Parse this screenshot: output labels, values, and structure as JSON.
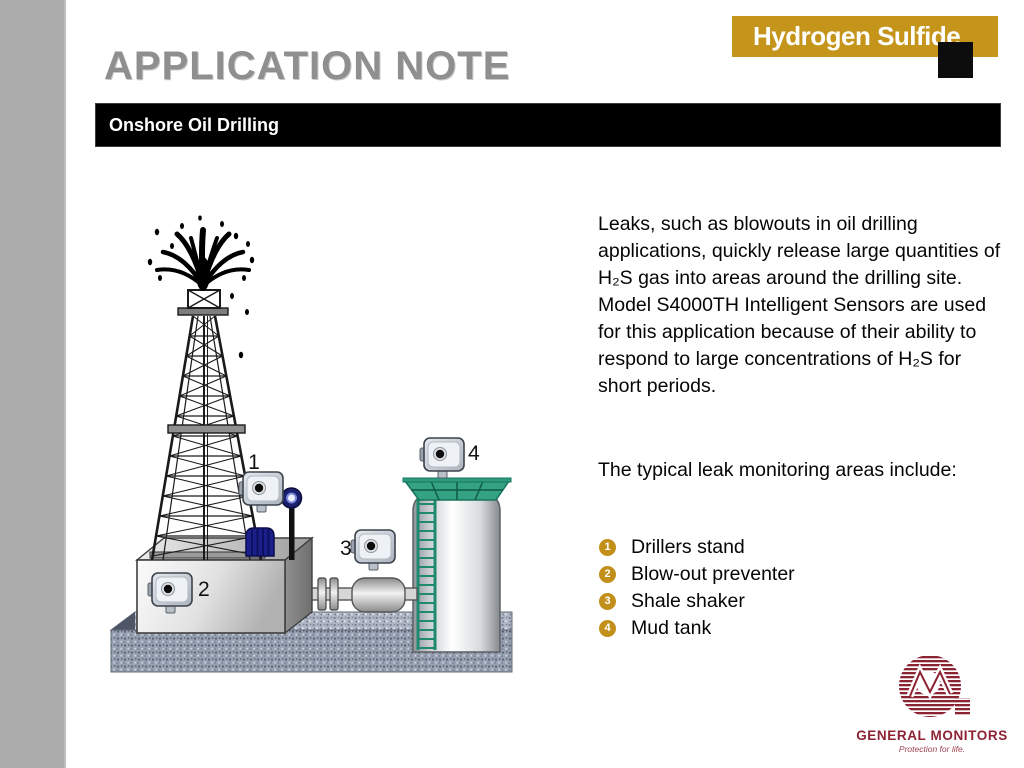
{
  "page": {
    "title": "APPLICATION NOTE",
    "section": "Onshore Oil Drilling",
    "banner_label": "Hydrogen Sulfide"
  },
  "content": {
    "paragraph": "Leaks, such as blowouts in oil drilling applications, quickly release large quantities of H₂S gas into areas around the drilling site.  Model S4000TH Intelligent Sensors are used for this application because of their ability to respond to large concentrations of H₂S for short periods.",
    "list_intro": "The typical leak monitoring areas include:",
    "monitoring_areas": [
      {
        "num": "1",
        "label": "Drillers stand"
      },
      {
        "num": "2",
        "label": "Blow-out preventer"
      },
      {
        "num": "3",
        "label": "Shale shaker"
      },
      {
        "num": "4",
        "label": "Mud tank"
      }
    ]
  },
  "diagram": {
    "sensor_labels": [
      "1",
      "2",
      "3",
      "4"
    ]
  },
  "logo": {
    "name": "GENERAL MONITORS",
    "tagline": "Protection for life."
  },
  "colors": {
    "accent_gold": "#c5951b",
    "bar_black": "#000000",
    "title_gray": "#8f8f8f",
    "sidebar_gray": "#acacac",
    "logo_maroon": "#8c2332",
    "ladder_green": "#2e9b7e",
    "preventer_blue": "#1b1f8a"
  }
}
